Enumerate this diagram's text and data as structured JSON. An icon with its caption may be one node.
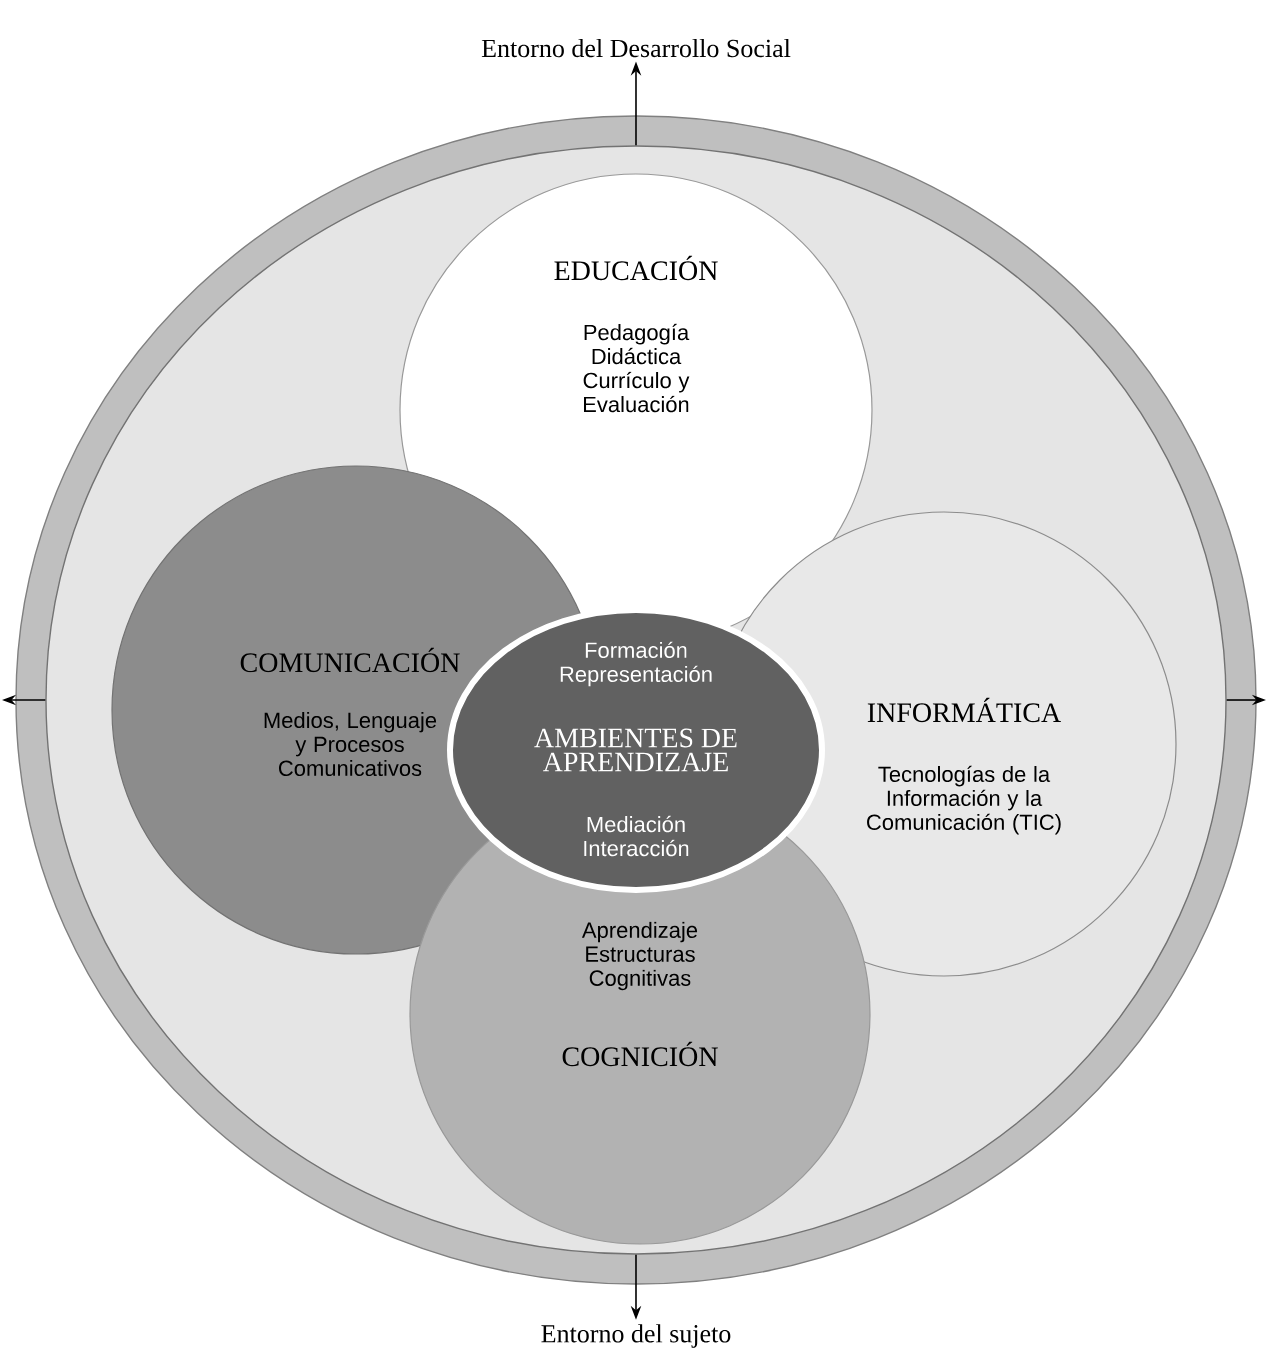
{
  "diagram": {
    "nodes": [
      {
        "text": [],
        "shape": "circle"
      },
      {
        "text": [],
        "shape": "circle",
        "in": 0
      },
      {
        "text": [
          "EDUCACIÓN",
          "Pedagogía Didáctica Currículo y Evaluación"
        ],
        "in": 1
      },
      {
        "text": [
          "COMUNICACIÓN",
          "Medios, Lenguaje y Procesos Comunicativos"
        ],
        "in": 1
      },
      {
        "text": [
          "INFORMÁTICA",
          "Tecnologías de la Información y la Comunicación (TIC)"
        ],
        "in": 1
      },
      {
        "text": [
          "Aprendizaje Estructuras Cognitivas",
          "COGNICIÓN"
        ],
        "in": 1
      },
      {
        "text": [
          "Formación Representación",
          "AMBIENTES DE APRENDIZAJE",
          "Mediación Interacción"
        ],
        "in": 1
      },
      {
        "text": [
          "Entorno del Desarrollo Social"
        ]
      },
      {
        "text": [
          "Entorno del sujeto"
        ]
      }
    ],
    "edges": [
      {
        "from": 1,
        "to": 7,
        "arrow": "to"
      },
      {
        "from": 1,
        "to": null,
        "arrow": "to"
      },
      {
        "from": 1,
        "to": null,
        "arrow": "to"
      },
      {
        "from": 1,
        "to": 8,
        "arrow": "to"
      }
    ]
  }
}
